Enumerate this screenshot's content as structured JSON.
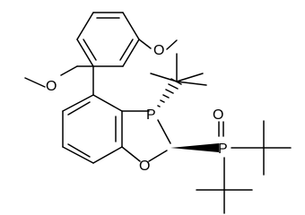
{
  "structure": {
    "atoms": {
      "phosphorus_ring": "P",
      "phosphorus_oxide": "P",
      "oxygen_ring": "O",
      "oxygen_phosphoryl": "O"
    },
    "methoxy_groups": [
      {
        "oxygen": "O"
      },
      {
        "oxygen": "O"
      }
    ]
  }
}
